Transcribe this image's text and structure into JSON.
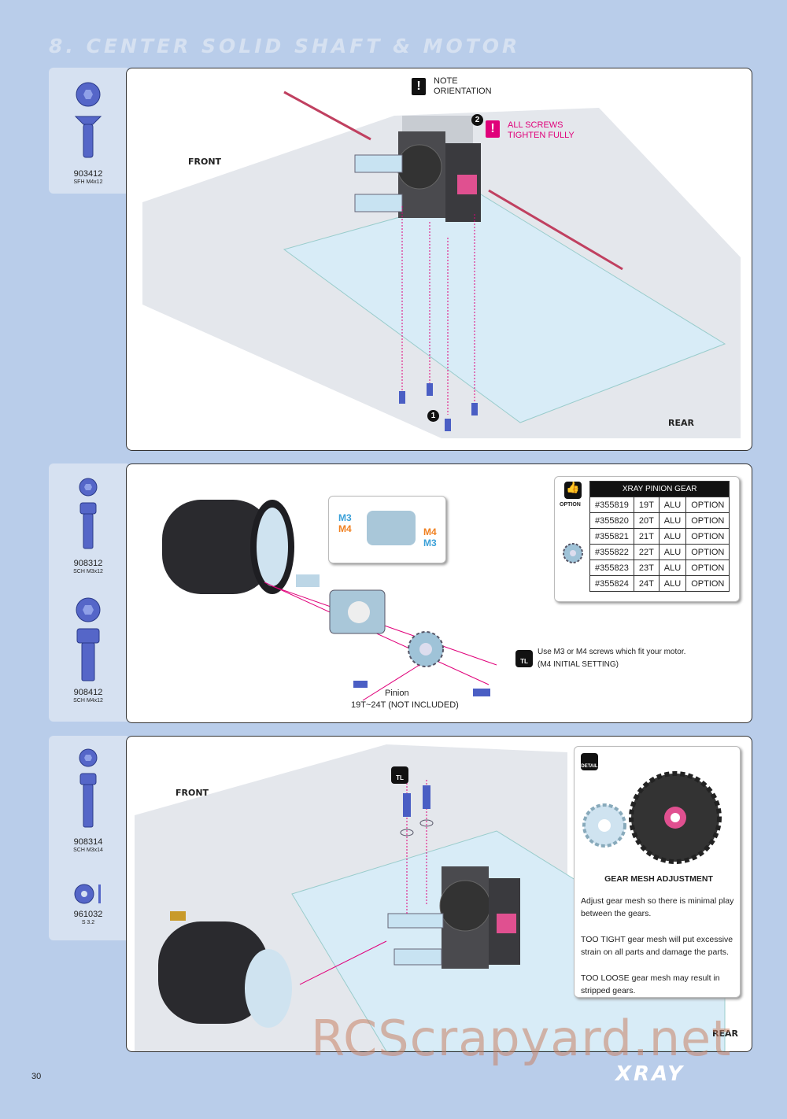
{
  "section_title": "8. CENTER SOLID SHAFT & MOTOR",
  "page_number": "30",
  "brand_logo": "XRAY",
  "watermark": "RCScrapyard.net",
  "step1": {
    "parts": [
      {
        "number": "903412",
        "desc": "SFH M4x12"
      }
    ],
    "note_orientation": "NOTE\nORIENTATION",
    "all_screws": "ALL SCREWS\nTIGHTEN FULLY",
    "front": "FRONT",
    "rear": "REAR",
    "step_a": "1",
    "step_b": "2"
  },
  "step2": {
    "parts": [
      {
        "number": "908312",
        "desc": "SCH M3x12"
      },
      {
        "number": "908412",
        "desc": "SCH M4x12"
      }
    ],
    "m3_left": "M3",
    "m4_left": "M4",
    "m4_right": "M4",
    "m3_right": "M3",
    "pinion_label": "Pinion",
    "pinion_range": "19T~24T (NOT INCLUDED)",
    "screw_note_1": "Use M3 or M4 screws which fit  your motor.",
    "screw_note_2": "(M4 INITIAL SETTING)",
    "tl_tag": "TL",
    "option_tag": "OPTION",
    "table_title": "XRAY PINION GEAR",
    "table_rows": [
      [
        "#355819",
        "19T",
        "ALU",
        "OPTION"
      ],
      [
        "#355820",
        "20T",
        "ALU",
        "OPTION"
      ],
      [
        "#355821",
        "21T",
        "ALU",
        "OPTION"
      ],
      [
        "#355822",
        "22T",
        "ALU",
        "OPTION"
      ],
      [
        "#355823",
        "23T",
        "ALU",
        "OPTION"
      ],
      [
        "#355824",
        "24T",
        "ALU",
        "OPTION"
      ]
    ]
  },
  "step3": {
    "parts": [
      {
        "number": "908314",
        "desc": "SCH M3x14"
      },
      {
        "number": "961032",
        "desc": "S 3.2"
      }
    ],
    "front": "FRONT",
    "rear": "REAR",
    "tl_tag": "TL",
    "detail_tag": "DETAIL",
    "detail_title": "GEAR MESH ADJUSTMENT",
    "detail_p1": "Adjust gear mesh so there is minimal play between the gears.",
    "detail_p2": "TOO TIGHT gear mesh will put excessive strain on all parts and damage the parts.",
    "detail_p3": "TOO LOOSE gear mesh may result in stripped gears."
  },
  "colors": {
    "page_bg": "#b9cdea",
    "accent_pink": "#e0007a",
    "part_blue": "#4a5ec4"
  }
}
